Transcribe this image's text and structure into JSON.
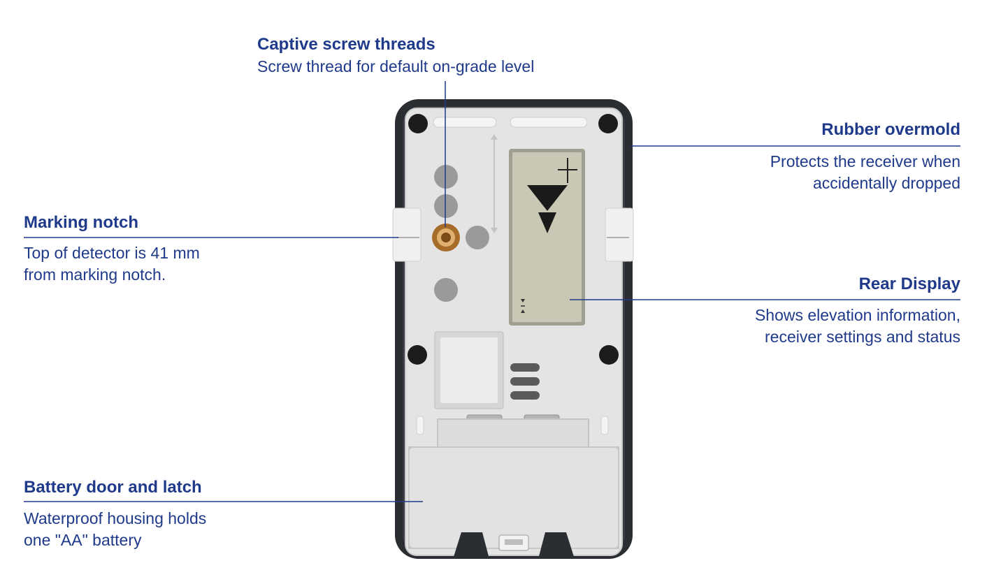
{
  "callouts": {
    "captive": {
      "title": "Captive screw threads",
      "desc": [
        "Screw thread for default on-grade level"
      ]
    },
    "rubber": {
      "title": "Rubber overmold",
      "desc": [
        "Protects the receiver when",
        "accidentally dropped"
      ]
    },
    "marking": {
      "title": "Marking notch",
      "desc": [
        "Top of detector is 41 mm",
        "from marking notch."
      ]
    },
    "display": {
      "title": "Rear Display",
      "desc": [
        "Shows elevation information,",
        "receiver settings and status"
      ]
    },
    "battery": {
      "title": "Battery door and latch",
      "desc": [
        "Waterproof housing holds",
        "one \"AA\" battery"
      ]
    }
  },
  "colors": {
    "text": "#1f3a8a",
    "leader": "#1f3a8a",
    "housing": "#2a2d31",
    "plate": "#e3e3e3",
    "lcd": "#c9c8b4"
  }
}
